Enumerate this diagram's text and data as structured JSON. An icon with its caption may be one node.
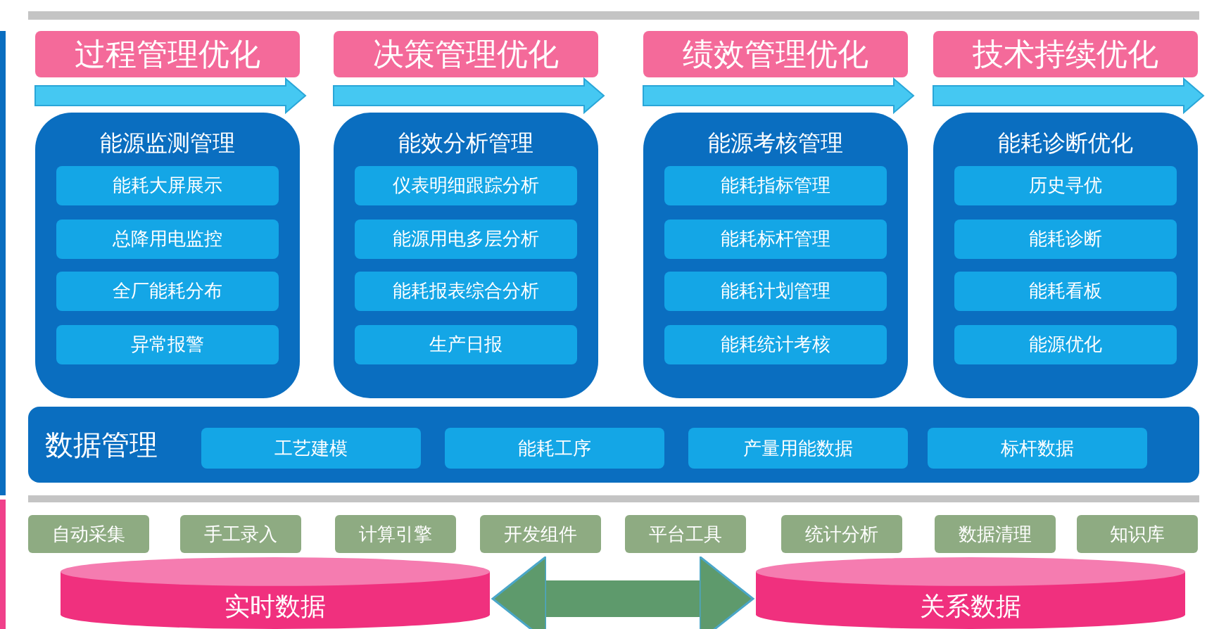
{
  "diagram": {
    "nodes": [
      {
        "text": [
          "过程管理优化"
        ]
      },
      {
        "text": [
          "决策管理优化"
        ]
      },
      {
        "text": [
          "绩效管理优化"
        ]
      },
      {
        "text": [
          "技术持续优化"
        ]
      },
      {
        "text": [
          "能源监测管理"
        ]
      },
      {
        "text": [
          "能耗大屏展示"
        ],
        "in": 4
      },
      {
        "text": [
          "总降用电监控"
        ],
        "in": 4
      },
      {
        "text": [
          "全厂能耗分布"
        ],
        "in": 4
      },
      {
        "text": [
          "异常报警"
        ],
        "in": 4
      },
      {
        "text": [
          "能效分析管理"
        ]
      },
      {
        "text": [
          "仪表明细跟踪分析"
        ],
        "in": 9
      },
      {
        "text": [
          "能源用电多层分析"
        ],
        "in": 9
      },
      {
        "text": [
          "能耗报表综合分析"
        ],
        "in": 9
      },
      {
        "text": [
          "生产日报"
        ],
        "in": 9
      },
      {
        "text": [
          "能源考核管理"
        ]
      },
      {
        "text": [
          "能耗指标管理"
        ],
        "in": 14
      },
      {
        "text": [
          "能耗标杆管理"
        ],
        "in": 14
      },
      {
        "text": [
          "能耗计划管理"
        ],
        "in": 14
      },
      {
        "text": [
          "能耗统计考核"
        ],
        "in": 14
      },
      {
        "text": [
          "能耗诊断优化"
        ]
      },
      {
        "text": [
          "历史寻优"
        ],
        "in": 19
      },
      {
        "text": [
          "能耗诊断"
        ],
        "in": 19
      },
      {
        "text": [
          "能耗看板"
        ],
        "in": 19
      },
      {
        "text": [
          "能源优化"
        ],
        "in": 19
      },
      {
        "text": [
          "数据管理"
        ]
      },
      {
        "text": [
          "工艺建模"
        ],
        "in": 24
      },
      {
        "text": [
          "能耗工序"
        ],
        "in": 24
      },
      {
        "text": [
          "产量用能数据"
        ],
        "in": 24
      },
      {
        "text": [
          "标杆数据"
        ],
        "in": 24
      },
      {
        "text": [
          "自动采集"
        ]
      },
      {
        "text": [
          "手工录入"
        ]
      },
      {
        "text": [
          "计算引擎"
        ]
      },
      {
        "text": [
          "开发组件"
        ]
      },
      {
        "text": [
          "平台工具"
        ]
      },
      {
        "text": [
          "统计分析"
        ]
      },
      {
        "text": [
          "数据清理"
        ]
      },
      {
        "text": [
          "知识库"
        ]
      },
      {
        "text": [
          "实时数据"
        ]
      },
      {
        "text": [
          "关系数据"
        ]
      }
    ],
    "edges": [
      {
        "from": 37,
        "to": 38,
        "arrow": "both"
      }
    ]
  }
}
